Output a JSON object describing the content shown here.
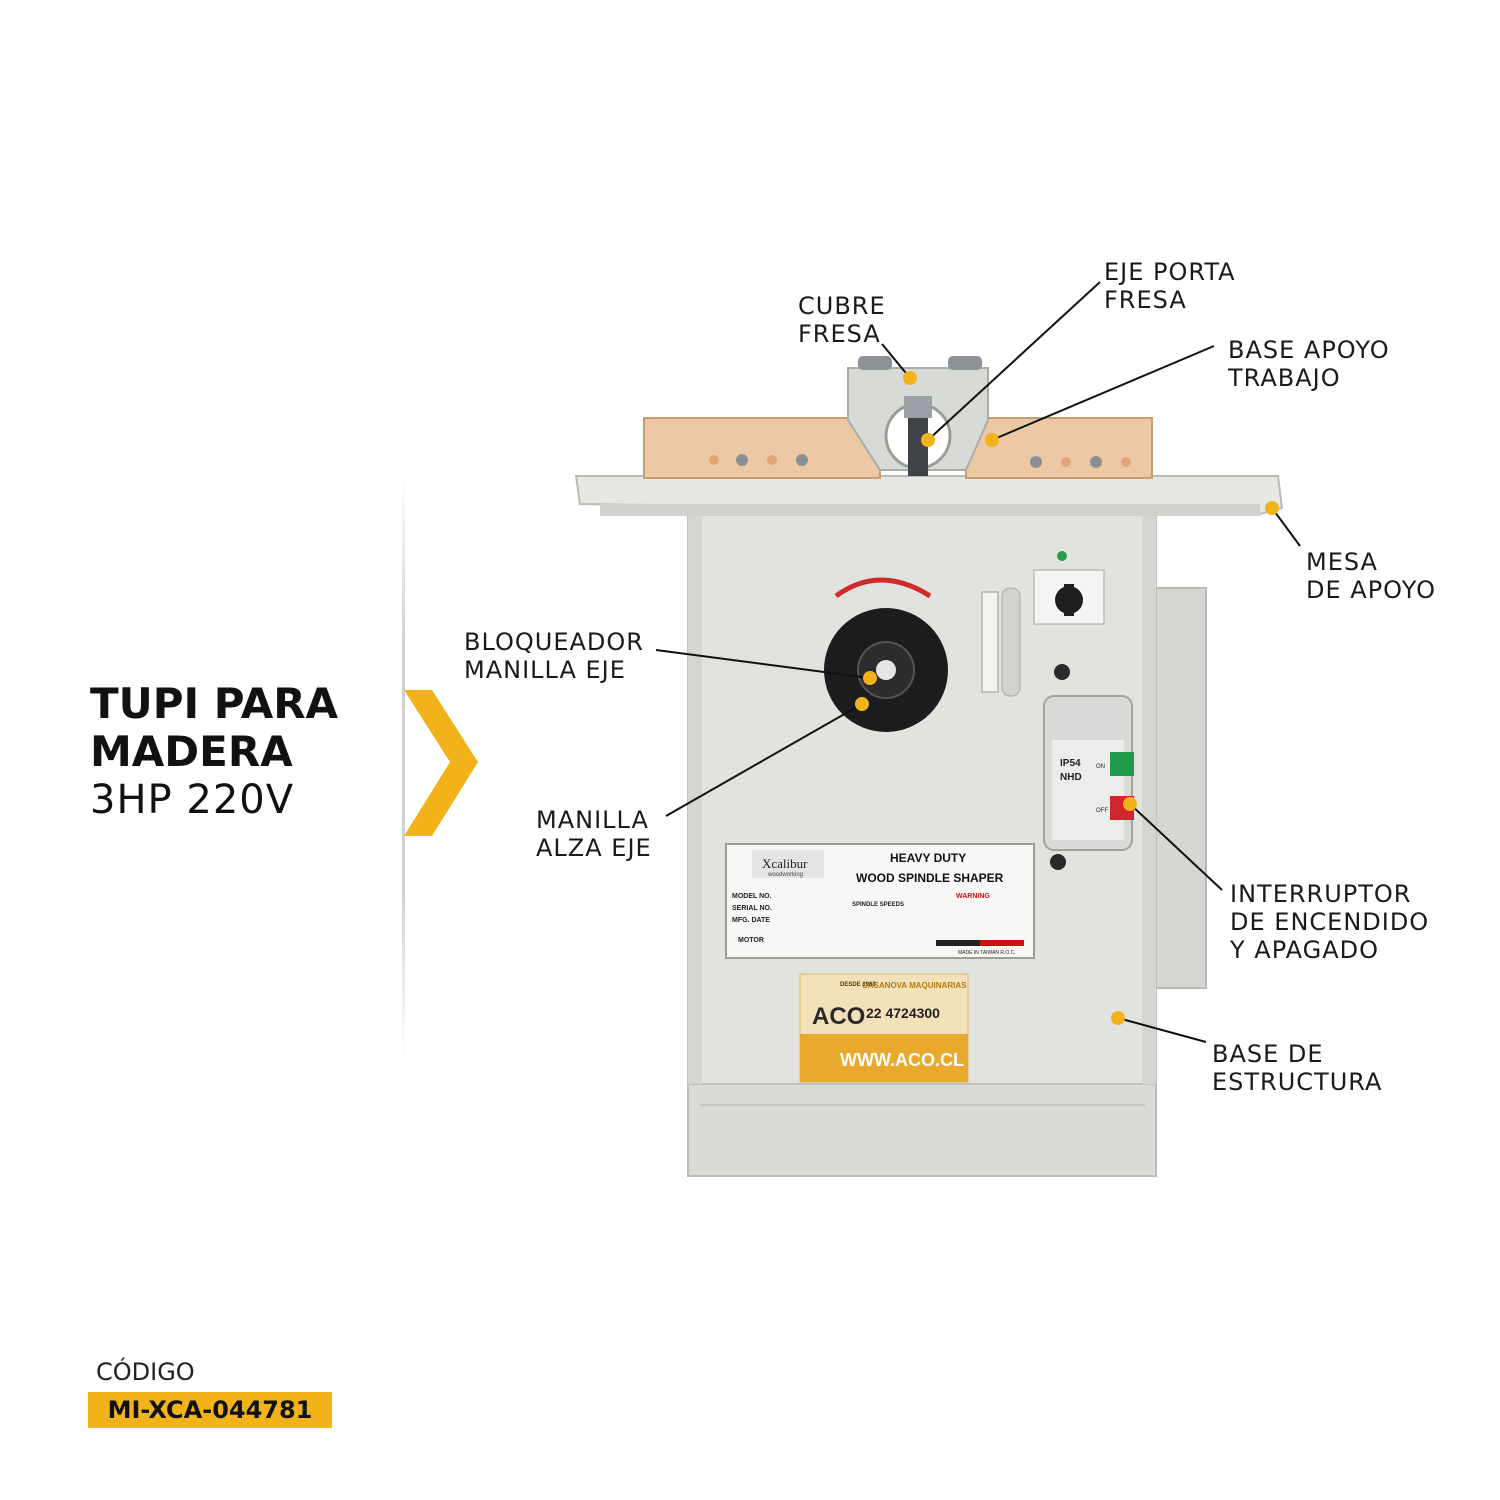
{
  "title": {
    "line1": "TUPI PARA",
    "line2": "MADERA",
    "line3": "3HP 220V"
  },
  "code": {
    "label": "CÓDIGO",
    "value": "MI-XCA-044781"
  },
  "callouts": {
    "cubre_fresa": "CUBRE\nFRESA",
    "eje_porta_fresa": "EJE PORTA\nFRESA",
    "base_apoyo_trabajo": "BASE APOYO\nTRABAJO",
    "mesa_de_apoyo": "MESA\nDE APOYO",
    "bloqueador_manilla_eje": "BLOQUEADOR\nMANILLA EJE",
    "manilla_alza_eje": "MANILLA\nALZA EJE",
    "interruptor": "INTERRUPTOR\nDE ENCENDIDO\nY APAGADO",
    "base_de_estructura": "BASE DE\nESTRUCTURA"
  },
  "machine_label": {
    "brand": "Xcalibur",
    "brand_sub": "woodworking",
    "line1": "HEAVY DUTY",
    "line2": "WOOD SPINDLE SHAPER",
    "model": "MODEL NO.",
    "serial": "SERIAL NO.",
    "mfg": "MFG. DATE",
    "motor": "MOTOR",
    "warning": "WARNING",
    "speeds": "SPINDLE SPEEDS",
    "made_in": "MADE IN TAIWAN R.O.C."
  },
  "dealer_sticker": {
    "name": "CASANOVA MAQUINARIAS",
    "since": "DESDE 1960",
    "phone": "22 4724300",
    "logo": "ACO",
    "url": "WWW.ACO.CL"
  },
  "switch_box": {
    "rating": "IP54",
    "brand": "NHD",
    "on": "ON",
    "off": "OFF"
  },
  "colors": {
    "accent": "#f2b21a",
    "machine": "#dcdfdb",
    "wood": "#ecc9a4"
  }
}
